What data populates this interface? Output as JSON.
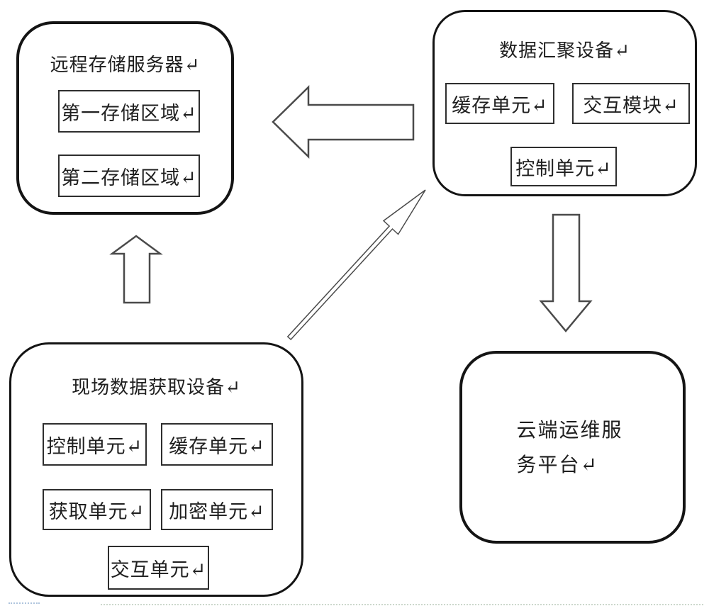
{
  "figure": {
    "type": "block-diagram",
    "background": "#ffffff"
  },
  "colors": {
    "box_border": "#141414",
    "unit_border": "#2e2e2e",
    "arrow_stroke": "#4a4a4a",
    "text": "#1f1f1f",
    "artifact_blue": "#aec4dd",
    "artifact_green": "#ccd8cc"
  },
  "nodes": {
    "remote_storage": {
      "title": "远程存储服务器↵",
      "units": {
        "first": "第一存储区域↵",
        "second": "第二存储区域↵"
      }
    },
    "aggregation": {
      "title": "数据汇聚设备↵",
      "units": {
        "cache": "缓存单元↵",
        "interaction": "交互模块↵",
        "control": "控制单元↵"
      }
    },
    "field": {
      "title": "现场数据获取设备↵",
      "units": {
        "control": "控制单元↵",
        "cache": "缓存单元↵",
        "acquisition": "获取单元↵",
        "encryption": "加密单元↵",
        "interaction": "交互单元↵"
      }
    },
    "cloud": {
      "title": "云端运维服务平台↵",
      "lines": [
        "云端运维服",
        "务平台↵"
      ]
    }
  },
  "arrows": [
    {
      "name": "aggregation-to-storage",
      "style": "hollow-block",
      "direction": "left"
    },
    {
      "name": "field-to-storage",
      "style": "hollow-block",
      "direction": "up"
    },
    {
      "name": "field-to-aggregation",
      "style": "thin-outline",
      "direction": "up-right"
    },
    {
      "name": "aggregation-to-cloud",
      "style": "hollow-block",
      "direction": "down"
    }
  ]
}
